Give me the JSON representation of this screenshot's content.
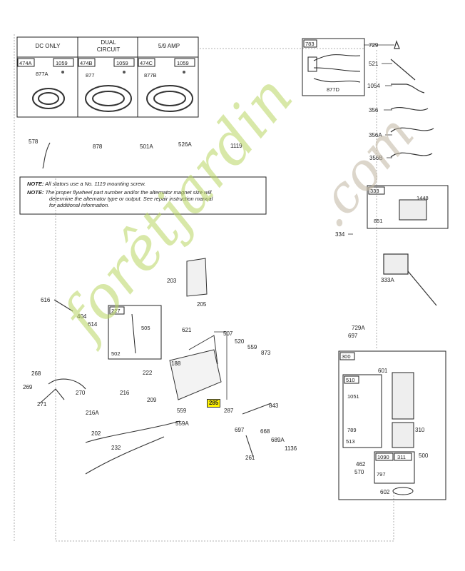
{
  "stator_table": {
    "headers": [
      "DC ONLY",
      "DUAL CIRCUIT",
      "5/9 AMP"
    ],
    "col1": {
      "part": "474A",
      "screw": "1059",
      "stator": "877A"
    },
    "col2": {
      "part": "474B",
      "screw": "1059",
      "stator": "877"
    },
    "col3": {
      "part": "474C",
      "screw": "1059",
      "stator": "877B"
    }
  },
  "notes": {
    "note1_label": "NOTE:",
    "note1_text": "All stators use a No. 1119 mounting screw.",
    "note2_label": "NOTE:",
    "note2_line1": "The proper flywheel part number and/or the alternator magnet size will",
    "note2_line2": "determine the alternator type or output. See repair instruction manual",
    "note2_line3": "for additional information."
  },
  "harness_box": {
    "box_id": "783",
    "part": "877D"
  },
  "box_333": {
    "box_id": "333",
    "parts": [
      "1448",
      "851"
    ]
  },
  "box_227": {
    "box_id": "227",
    "parts": [
      "505",
      "502"
    ]
  },
  "box_300": {
    "box_id": "300",
    "sub_510": {
      "box_id": "510",
      "parts": [
        "1051",
        "789",
        "513"
      ]
    },
    "sub_1090": {
      "box_id": "1090",
      "box_id2": "311",
      "part": "797"
    }
  },
  "highlighted_part": "285",
  "labels": [
    {
      "id": "l729",
      "t": "729"
    },
    {
      "id": "l521",
      "t": "521"
    },
    {
      "id": "l1054",
      "t": "1054"
    },
    {
      "id": "l356",
      "t": "356"
    },
    {
      "id": "l356a",
      "t": "356A"
    },
    {
      "id": "l356b",
      "t": "356B"
    },
    {
      "id": "l578",
      "t": "578"
    },
    {
      "id": "l878",
      "t": "878"
    },
    {
      "id": "l501a",
      "t": "501A"
    },
    {
      "id": "l526a",
      "t": "526A"
    },
    {
      "id": "l1119",
      "t": "1119"
    },
    {
      "id": "l334",
      "t": "334"
    },
    {
      "id": "l203",
      "t": "203"
    },
    {
      "id": "l333a",
      "t": "333A"
    },
    {
      "id": "l616",
      "t": "616"
    },
    {
      "id": "l404",
      "t": "404"
    },
    {
      "id": "l614",
      "t": "614"
    },
    {
      "id": "l205",
      "t": "205"
    },
    {
      "id": "l621",
      "t": "621"
    },
    {
      "id": "l507",
      "t": "507"
    },
    {
      "id": "l520",
      "t": "520"
    },
    {
      "id": "l559b",
      "t": "559"
    },
    {
      "id": "l873",
      "t": "873"
    },
    {
      "id": "l729a",
      "t": "729A"
    },
    {
      "id": "l697a",
      "t": "697"
    },
    {
      "id": "l268",
      "t": "268"
    },
    {
      "id": "l269",
      "t": "269"
    },
    {
      "id": "l271",
      "t": "271"
    },
    {
      "id": "l270",
      "t": "270"
    },
    {
      "id": "l216",
      "t": "216"
    },
    {
      "id": "l216a",
      "t": "216A"
    },
    {
      "id": "l222",
      "t": "222"
    },
    {
      "id": "l188",
      "t": "188"
    },
    {
      "id": "l209",
      "t": "209"
    },
    {
      "id": "l559",
      "t": "559"
    },
    {
      "id": "l559a",
      "t": "559A"
    },
    {
      "id": "l287",
      "t": "287"
    },
    {
      "id": "l843",
      "t": "843"
    },
    {
      "id": "l202",
      "t": "202"
    },
    {
      "id": "l232",
      "t": "232"
    },
    {
      "id": "l697",
      "t": "697"
    },
    {
      "id": "l668",
      "t": "668"
    },
    {
      "id": "l689a",
      "t": "689A"
    },
    {
      "id": "l1136",
      "t": "1136"
    },
    {
      "id": "l261",
      "t": "261"
    },
    {
      "id": "l601",
      "t": "601"
    },
    {
      "id": "l310",
      "t": "310"
    },
    {
      "id": "l500",
      "t": "500"
    },
    {
      "id": "l462",
      "t": "462"
    },
    {
      "id": "l570",
      "t": "570"
    },
    {
      "id": "l602",
      "t": "602"
    }
  ],
  "watermark": {
    "text1": "forêtjardin",
    "text2": ".com"
  }
}
